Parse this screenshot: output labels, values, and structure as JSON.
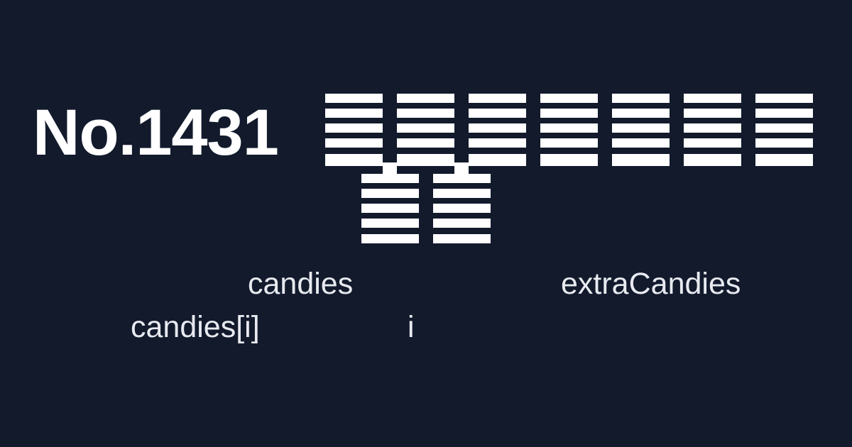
{
  "header": {
    "problem_number": "No.1431"
  },
  "title_glyphs": {
    "row_1_count": 7,
    "row_2_count": 2,
    "color": "#ffffff",
    "note_icon": "redacted-block-icon"
  },
  "terms": {
    "candies": "candies",
    "extra_candies": "extraCandies",
    "candies_index": "candies[i]",
    "index": "i"
  },
  "colors": {
    "background": "#121a2c",
    "primary_text": "#ffffff",
    "secondary_text": "#e8eaf0"
  }
}
